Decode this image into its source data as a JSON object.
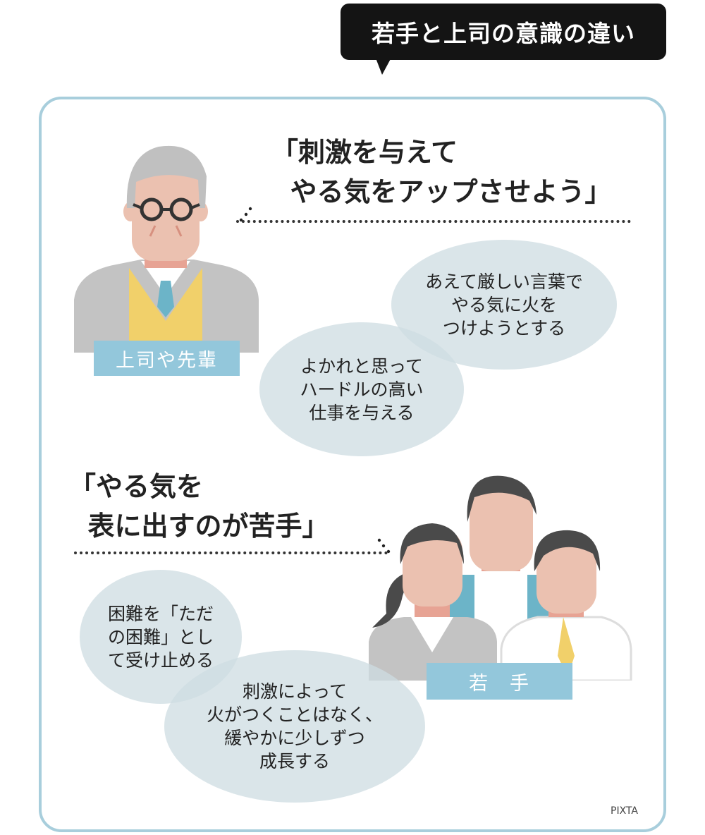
{
  "title": "若手と上司の意識の違い",
  "boss": {
    "label": "上司や先輩",
    "quote": "「刺激を与えて\n  やる気をアップさせよう」",
    "bubbles": [
      "あえて厳しい言葉で\nやる気に火を\nつけようとする",
      "よかれと思って\nハードルの高い\n仕事を与える"
    ]
  },
  "young": {
    "label": "若　手",
    "quote": "「やる気を\n  表に出すのが苦手」",
    "bubbles": [
      "困難を「ただ\nの困難」とし\nて受け止める",
      "刺激によって\n火がつくことはなく、\n緩やかに少しずつ\n成長する"
    ]
  },
  "credit": "PIXTA",
  "colors": {
    "frame": "#a8cedc",
    "label": "#93c7db",
    "bubble": "#d6e2e7",
    "title_bg": "#141414"
  }
}
